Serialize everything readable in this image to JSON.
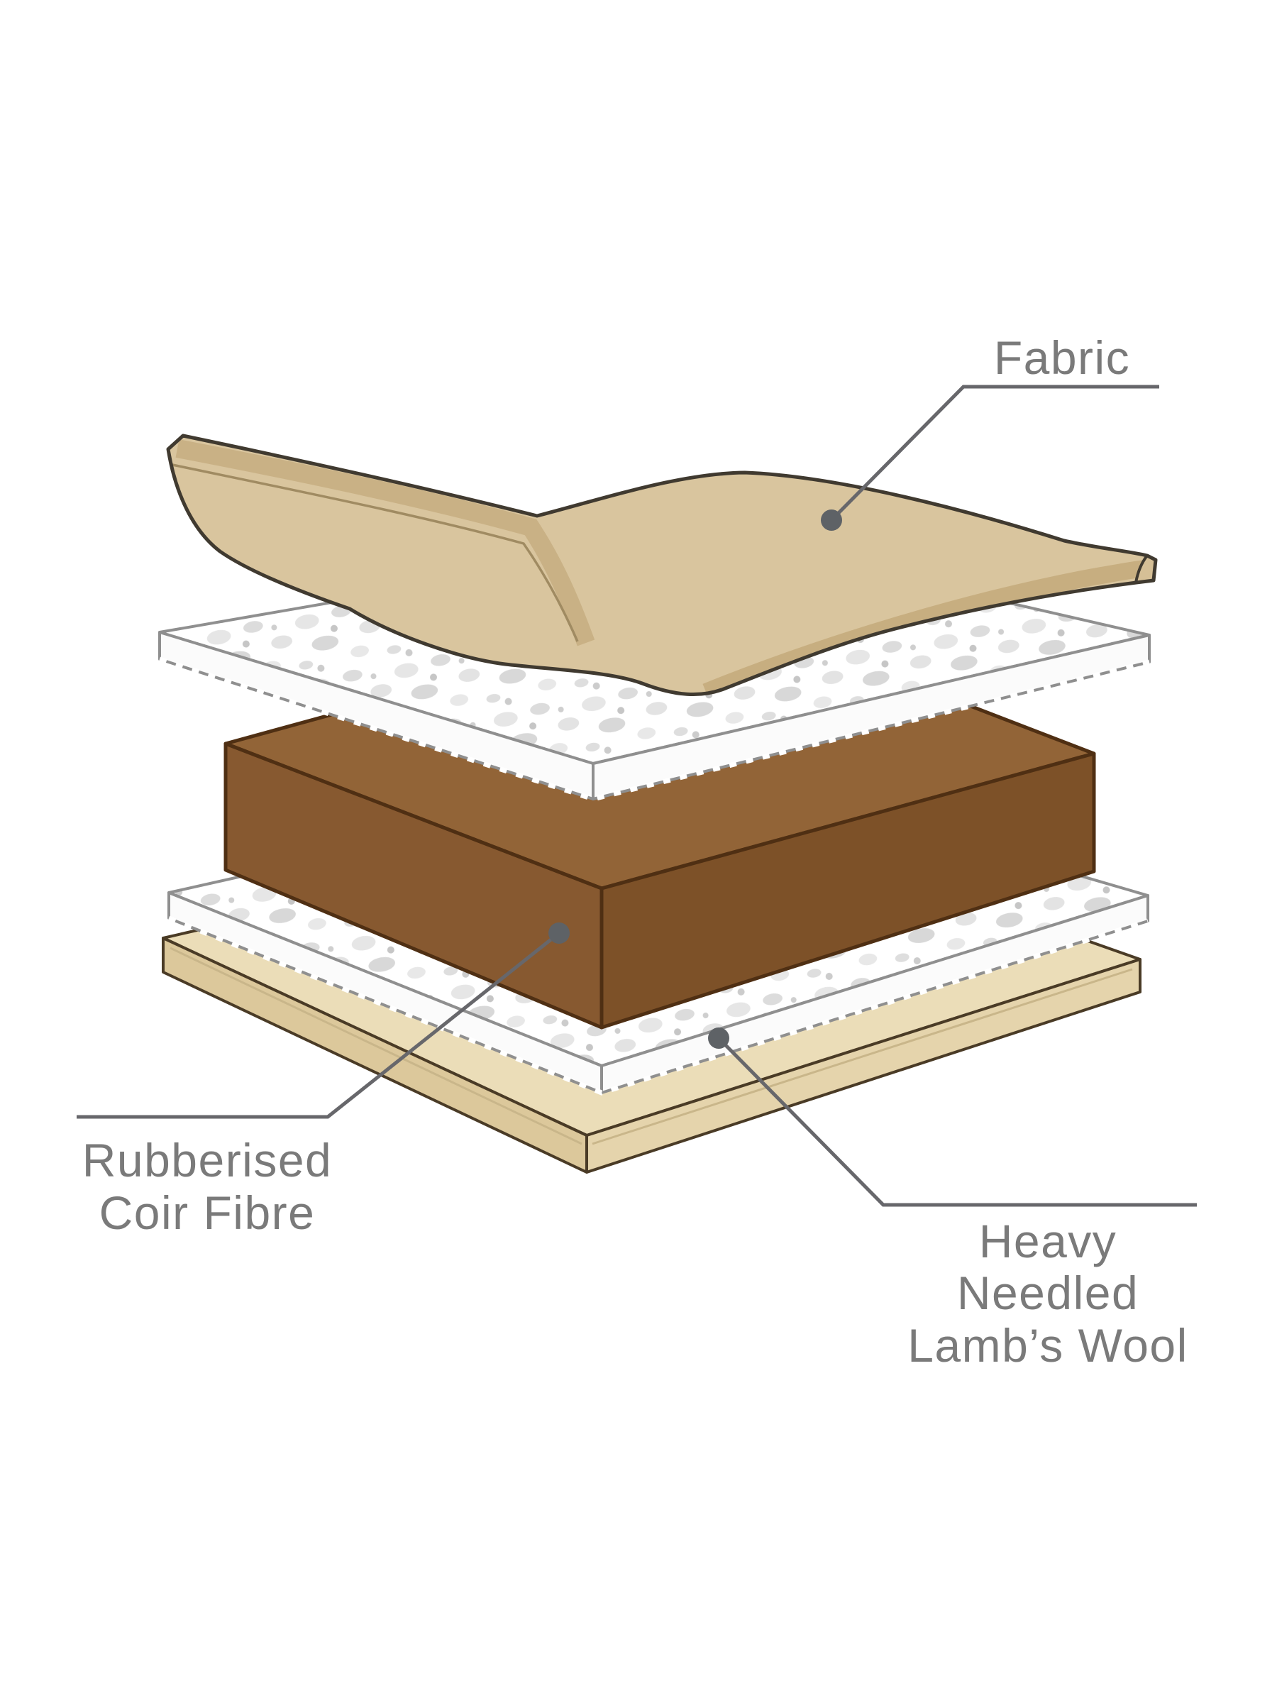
{
  "diagram": {
    "type": "exploded-mattress-layer-diagram",
    "background": "#FFFFFF",
    "labels": {
      "fabric": {
        "text": "Fabric"
      },
      "coir": {
        "line1": "Rubberised",
        "line2": "Coir Fibre"
      },
      "wool": {
        "line1": "Heavy",
        "line2": "Needled",
        "line3": "Lamb’s Wool"
      }
    },
    "palette": {
      "fabric_top": "#D9C59E",
      "fabric_edge_band": "#C9B185",
      "fabric_outline": "#403A30",
      "wool_fill": "#FFFFFF",
      "wool_speckle": "#D8D8D8",
      "wool_outline": "#8F8F8F",
      "coir_top": "#926437",
      "coir_left": "#875930",
      "coir_right": "#7D5128",
      "coir_outline": "#4F2F13",
      "base_top": "#EBDDB8",
      "base_left": "#DCC89B",
      "base_right": "#E5D4AC",
      "base_outline": "#4A3B26",
      "leader_line": "#67676B",
      "anchor_dot": "#5E6266",
      "label_text": "#7A7A7A"
    }
  }
}
